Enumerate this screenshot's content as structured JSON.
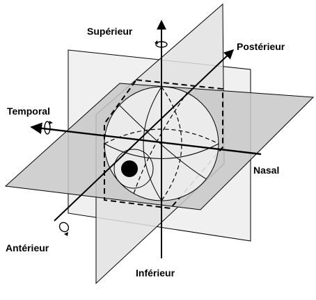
{
  "labels": {
    "superieur": "Supérieur",
    "posterieur": "Postérieur",
    "temporal": "Temporal",
    "nasal": "Nasal",
    "anterieur": "Antérieur",
    "inferieur": "Inférieur"
  },
  "colors": {
    "horizontal_plane": "#c8c8c8",
    "sagittal_plane": "#e2e2e2",
    "frontal_plane": "#f0f0f0",
    "sphere": "#eeeeee",
    "ink": "#000000"
  },
  "icons": {
    "rotation_superior": "rotation-arrow-icon",
    "rotation_temporal": "rotation-arrow-icon",
    "rotation_anterior": "rotation-arrow-icon"
  }
}
